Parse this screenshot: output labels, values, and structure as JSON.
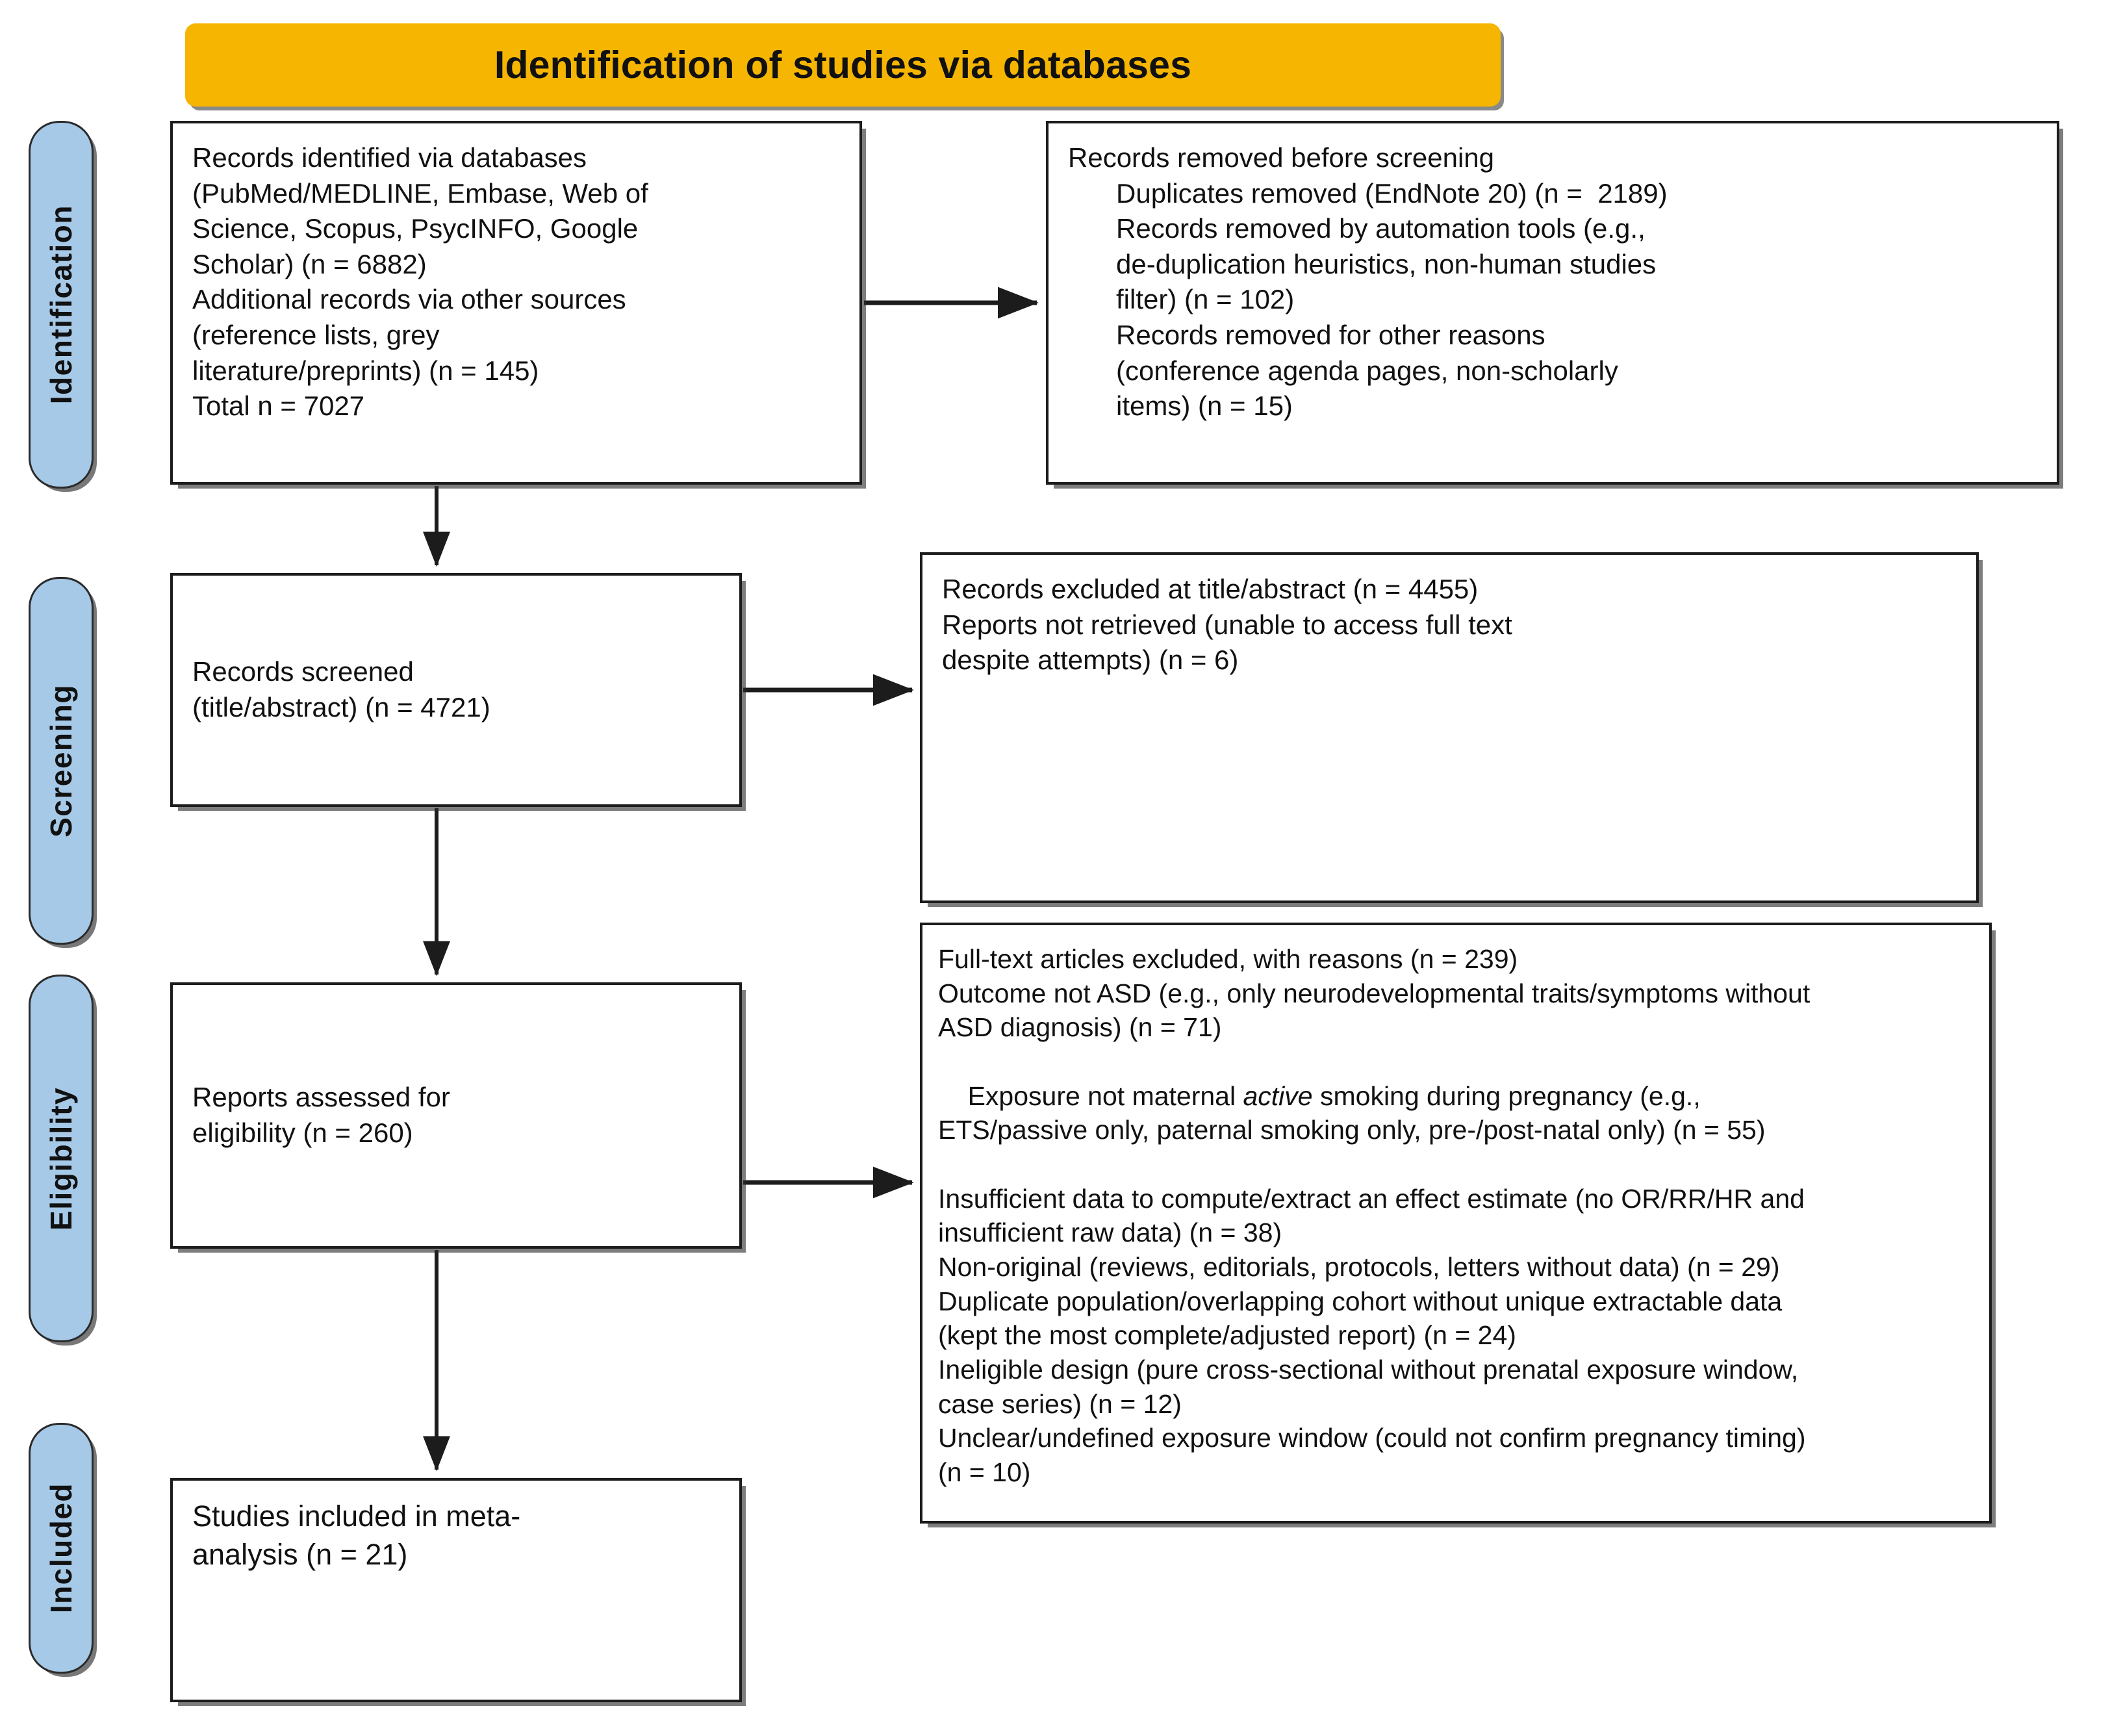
{
  "diagram": {
    "type": "prisma-flow-diagram",
    "title": "Identification of studies via databases",
    "stages": [
      {
        "key": "identification",
        "label": "Identification"
      },
      {
        "key": "screening",
        "label": "Screening"
      },
      {
        "key": "eligibility",
        "label": "Eligibility"
      },
      {
        "key": "included",
        "label": "Included"
      }
    ],
    "colors": {
      "banner": "#F5B500",
      "stage_pill": "#A6C9E8",
      "box_border": "#1C1C1C",
      "box_fill": "#FFFFFF",
      "text": "#111111"
    },
    "boxes": {
      "records_identified": {
        "lines": [
          "Records identified via databases",
          "(PubMed/MEDLINE, Embase, Web of",
          "Science, Scopus, PsycINFO, Google",
          "Scholar) (n = 6882)",
          "Additional records via other sources",
          "(reference lists, grey",
          "literature/preprints) (n = 145)",
          "Total n = 7027"
        ],
        "text": "Records identified via databases\n(PubMed/MEDLINE, Embase, Web of\nScience, Scopus, PsycINFO, Google\nScholar) (n = 6882)\nAdditional records via other sources\n(reference lists, grey\nliterature/preprints) (n = 145)\nTotal n = 7027"
      },
      "records_removed": {
        "heading": "Records removed before screening",
        "items_text": "Duplicates removed (EndNote 20) (n =  2189)\nRecords removed by automation tools (e.g.,\nde-duplication heuristics, non-human studies\nfilter) (n = 102)\nRecords removed for other reasons\n(conference agenda pages, non-scholarly\nitems) (n = 15)"
      },
      "records_screened": {
        "text": "Records screened\n(title/abstract) (n = 4721)"
      },
      "records_excluded_ta": {
        "text": "Records excluded at title/abstract (n = 4455)\nReports not retrieved (unable to access full text\ndespite attempts) (n = 6)"
      },
      "reports_assessed": {
        "text": "Reports assessed for\neligibility (n = 260)"
      },
      "fulltext_excluded": {
        "line1": "Full-text articles excluded, with reasons (n = 239)",
        "line2": "Outcome not ASD (e.g., only neurodevelopmental traits/symptoms without\nASD diagnosis) (n = 71)",
        "line3a": "Exposure not maternal ",
        "line3_italic": "active",
        "line3b": " smoking during pregnancy (e.g.,\nETS/passive only, paternal smoking only, pre-/post-natal only) (n = 55)",
        "line4": "Insufficient data to compute/extract an effect estimate (no OR/RR/HR and\ninsufficient raw data) (n = 38)",
        "line5": "Non-original (reviews, editorials, protocols, letters without data) (n = 29)",
        "line6": "Duplicate population/overlapping cohort without unique extractable data\n(kept the most complete/adjusted report) (n = 24)",
        "line7": "Ineligible design (pure cross-sectional without prenatal exposure window,\ncase series) (n = 12)",
        "line8": "Unclear/undefined exposure window (could not confirm pregnancy timing)\n(n = 10)"
      },
      "studies_included": {
        "text": "Studies included in meta-\nanalysis (n = 21)"
      }
    },
    "counts": {
      "databases_records": 6882,
      "other_sources_records": 145,
      "total_identified": 7027,
      "duplicates_removed": 2189,
      "automation_removed": 102,
      "other_reasons_removed": 15,
      "records_screened": 4721,
      "excluded_title_abstract": 4455,
      "reports_not_retrieved": 6,
      "reports_assessed": 260,
      "fulltext_excluded_total": 239,
      "outcome_not_asd": 71,
      "exposure_not_maternal_active": 55,
      "insufficient_data": 38,
      "non_original": 29,
      "duplicate_population": 24,
      "ineligible_design": 12,
      "unclear_exposure_window": 10,
      "studies_included": 21
    }
  }
}
